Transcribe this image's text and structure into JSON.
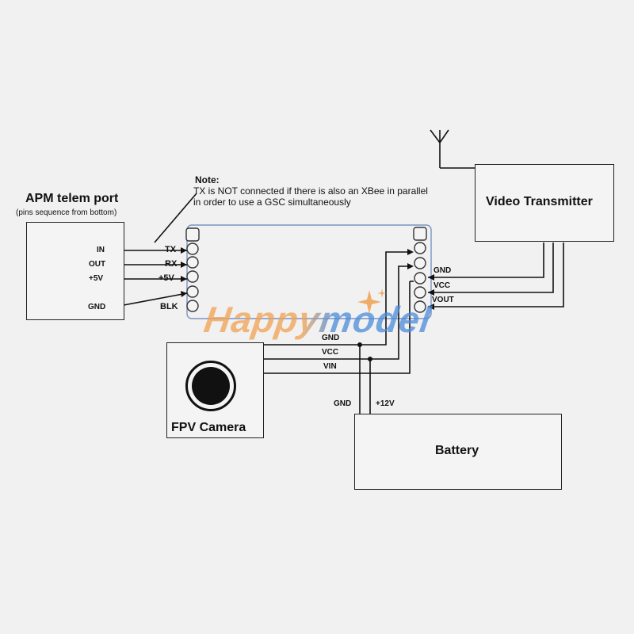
{
  "note": {
    "heading": "Note:",
    "line1": "TX is NOT connected if there is also an XBee in parallel",
    "line2": "in order to use a GSC simultaneously"
  },
  "apm": {
    "title": "APM telem port",
    "subtitle": "(pins sequence from bottom)",
    "pins": [
      "IN",
      "OUT",
      "+5V",
      "GND"
    ]
  },
  "board": {
    "left_pins": [
      "TX",
      "RX",
      "+5V",
      "BLK"
    ],
    "right_pins": [
      "GND",
      "VCC",
      "VOUT"
    ],
    "watermark": "Happymodel"
  },
  "video_tx": {
    "label": "Video Transmitter"
  },
  "camera": {
    "label": "FPV Camera",
    "wires": [
      "GND",
      "VCC",
      "VIN"
    ]
  },
  "battery": {
    "label": "Battery",
    "wires": [
      "GND",
      "+12V"
    ]
  },
  "colors": {
    "wire": "#111111",
    "board_border": "#7b93c4",
    "watermark_orange": "#f0a050",
    "watermark_blue": "#4a8bd8"
  }
}
